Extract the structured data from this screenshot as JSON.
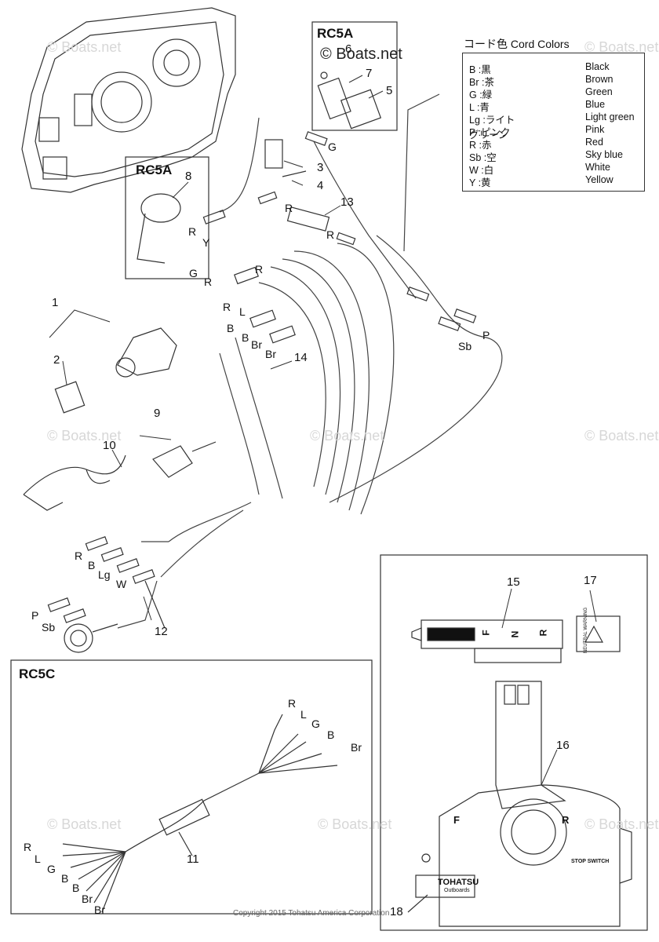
{
  "legend": {
    "title": "コード色 Cord Colors",
    "rows": [
      {
        "code": "B :黒",
        "name": "Black"
      },
      {
        "code": "Br :茶",
        "name": "Brown"
      },
      {
        "code": "G :緑",
        "name": "Green"
      },
      {
        "code": "L :青",
        "name": "Blue"
      },
      {
        "code": "Lg :ライトグリーン",
        "name": "Light green"
      },
      {
        "code": "P :ピンク",
        "name": "Pink"
      },
      {
        "code": "R :赤",
        "name": "Red"
      },
      {
        "code": "Sb :空",
        "name": "Sky blue"
      },
      {
        "code": "W :白",
        "name": "White"
      },
      {
        "code": "Y :黄",
        "name": "Yellow"
      }
    ]
  },
  "boxes": {
    "rc5a_top": "RC5A",
    "rc5a_left": "RC5A",
    "rc5c": "RC5C"
  },
  "brand_watermark": "© Boats.net",
  "watermark": "© Boats.net",
  "copyright": "Copyright 2015 Tohatsu America Corporation",
  "callouts": {
    "n1": "1",
    "n2": "2",
    "n3": "3",
    "n4": "4",
    "n5": "5",
    "n6": "6",
    "n7": "7",
    "n8": "8",
    "n9": "9",
    "n10": "10",
    "n11": "11",
    "n12": "12",
    "n13": "13",
    "n14": "14",
    "n15": "15",
    "n16": "16",
    "n17": "17",
    "n18": "18"
  },
  "wire_labels": {
    "g_top": "G",
    "r_13": "R",
    "r_13b": "R",
    "r_box8": "R",
    "y_left": "Y",
    "g_mid": "G",
    "r_mid": "R",
    "r_mid2": "R",
    "r_l": "R",
    "l_mid": "L",
    "b_mid": "B",
    "b_mid2": "B",
    "br_mid": "Br",
    "br_mid2": "Br",
    "p_right": "P",
    "sb_right": "Sb",
    "r_bl": "R",
    "b_bl": "B",
    "lg_bl": "Lg",
    "w_bl": "W",
    "p_bl": "P",
    "sb_bl": "Sb",
    "c_r_top": "R",
    "c_l_top": "L",
    "c_g_top": "G",
    "c_b_top": "B",
    "c_br_top": "Br",
    "c_r": "R",
    "c_l": "L",
    "c_g": "G",
    "c_b": "B",
    "c_b2": "B",
    "c_br": "Br",
    "c_br2": "Br"
  },
  "indicator": {
    "f": "F",
    "n": "N",
    "r": "R",
    "side_text": "NEUTRAL WARNING",
    "lever_f": "F",
    "lever_r": "R",
    "stop_switch": "STOP SWITCH",
    "brand_name": "TOHATSU",
    "brand_sub": "Outboards"
  }
}
